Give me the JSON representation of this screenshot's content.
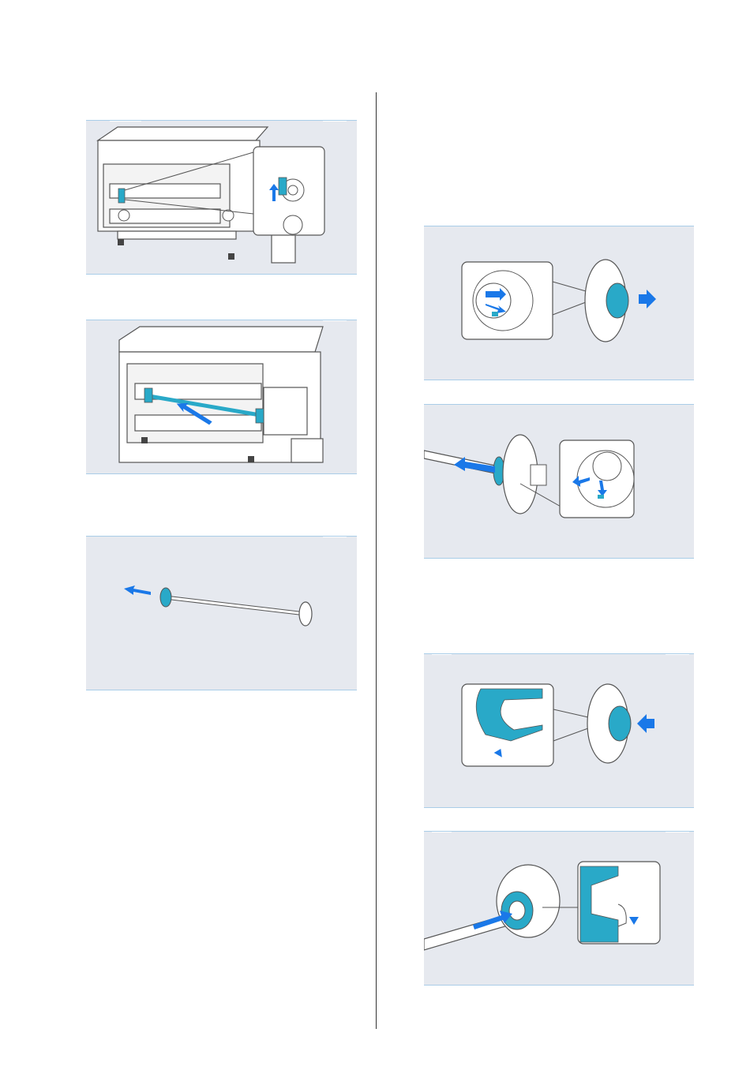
{
  "page": {
    "figures": [
      {
        "id": "fig-1",
        "depicts": "lift-spindle-lock-icon"
      },
      {
        "id": "fig-2",
        "depicts": "remove-spindle-icon"
      },
      {
        "id": "fig-3",
        "depicts": "spindle-flange-off-icon"
      },
      {
        "id": "fig-4",
        "depicts": "release-flange-lock-icon"
      },
      {
        "id": "fig-5",
        "depicts": "pull-flange-off-icon"
      },
      {
        "id": "fig-6",
        "depicts": "insert-adapter-icon"
      },
      {
        "id": "fig-7",
        "depicts": "push-adapter-on-spindle-icon"
      }
    ],
    "colors": {
      "accent": "#1a78e8",
      "part": "#29a9c8",
      "panel": "#e6e9ef",
      "rule": "#a9cde8"
    }
  }
}
